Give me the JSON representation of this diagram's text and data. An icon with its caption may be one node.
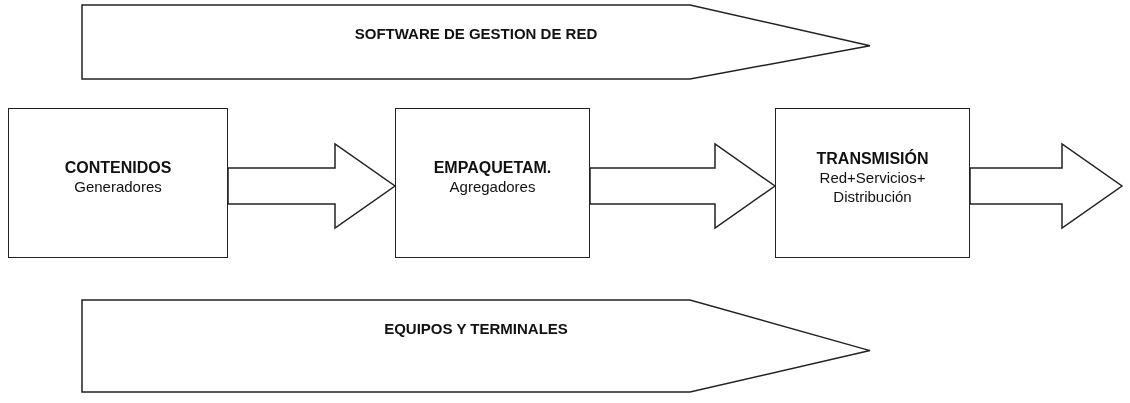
{
  "diagram": {
    "nodes": [
      {
        "text": [
          "SOFTWARE DE GESTION DE RED"
        ]
      },
      {
        "text": [
          "CONTENIDOS",
          "Generadores"
        ]
      },
      {
        "text": [
          "EMPAQUETAM.",
          "Agregadores"
        ]
      },
      {
        "text": [
          "TRANSMISIÓN",
          "Red+Servicios+ Distribución"
        ]
      },
      {
        "text": [
          "EQUIPOS Y TERMINALES"
        ]
      }
    ],
    "edges": [
      {
        "from": 1,
        "to": 2,
        "arrow": "to"
      },
      {
        "from": 2,
        "to": 3,
        "arrow": "to"
      },
      {
        "from": 3,
        "to": null,
        "arrow": "to"
      }
    ]
  }
}
